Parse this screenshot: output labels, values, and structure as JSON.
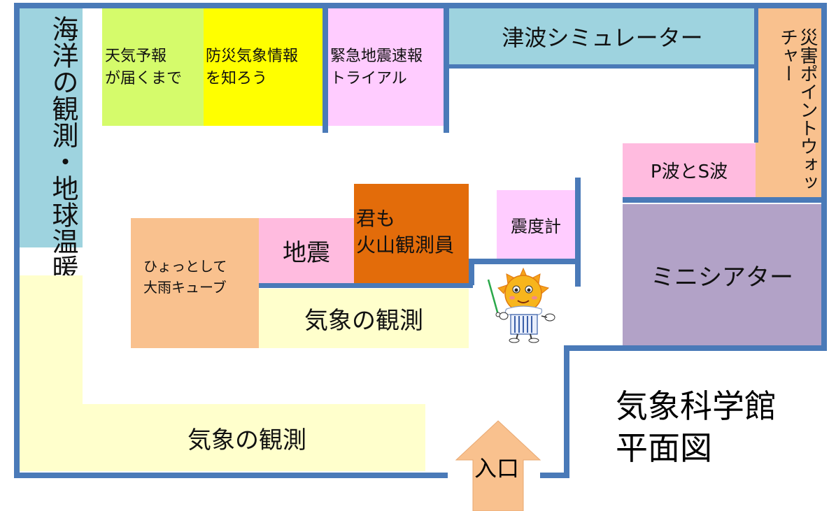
{
  "map": {
    "title_line1": "気象科学館",
    "title_line2": "平面図",
    "entrance_label": "入口",
    "colors": {
      "wall": "#4a7ab8",
      "light_blue": "#9ed3df",
      "light_green": "#d5fb6b",
      "yellow": "#ffff00",
      "light_pink": "#ffccff",
      "peach": "#f9c18e",
      "pink": "#ffbbdf",
      "orange": "#e36c0a",
      "lavender": "#b2a2c7",
      "cream": "#ffffcc",
      "arrow": "#f9c18e"
    },
    "rooms": {
      "ocean": "海洋の観測・地球温暖化",
      "forecast_l1": "天気予報",
      "forecast_l2": "が届くまで",
      "disaster_info_l1": "防災気象情報",
      "disaster_info_l2": "を知ろう",
      "eew_l1": "緊急地震速報",
      "eew_l2": "トライアル",
      "tsunami": "津波シミュレーター",
      "disaster_watcher": "災害ポイントウォッチャー",
      "ps_wave": "P波とS波",
      "mini_theater": "ミニシアター",
      "seismic_intensity": "震度計",
      "volcano_l1": "君も",
      "volcano_l2": "火山観測員",
      "earthquake": "地震",
      "rain_cube_l1": "ひょっとして",
      "rain_cube_l2": "大雨キューブ",
      "weather_obs_inner": "気象の観測",
      "weather_obs_outer": "気象の観測"
    }
  }
}
